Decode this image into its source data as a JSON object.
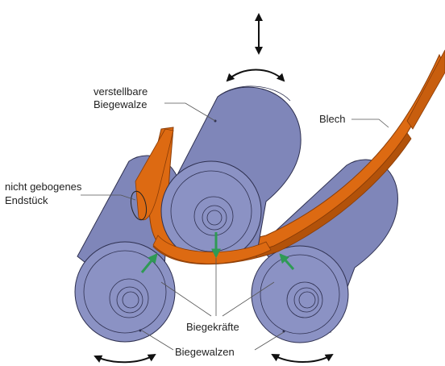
{
  "labels": {
    "adjustable_roller_line1": "verstellbare",
    "adjustable_roller_line2": "Biegewalze",
    "sheet": "Blech",
    "unbent_end_line1": "nicht gebogenes",
    "unbent_end_line2": "Endstück",
    "bending_forces": "Biegekräfte",
    "bending_rollers": "Biegewalzen"
  },
  "colors": {
    "roller_fill": "#7f86b9",
    "roller_end": "#8b92c4",
    "roller_outline": "#2e3050",
    "sheet_fill": "#dd6a12",
    "sheet_dark": "#b2520a",
    "force_arrow": "#2f9a55",
    "motion_arrow": "#111111"
  }
}
